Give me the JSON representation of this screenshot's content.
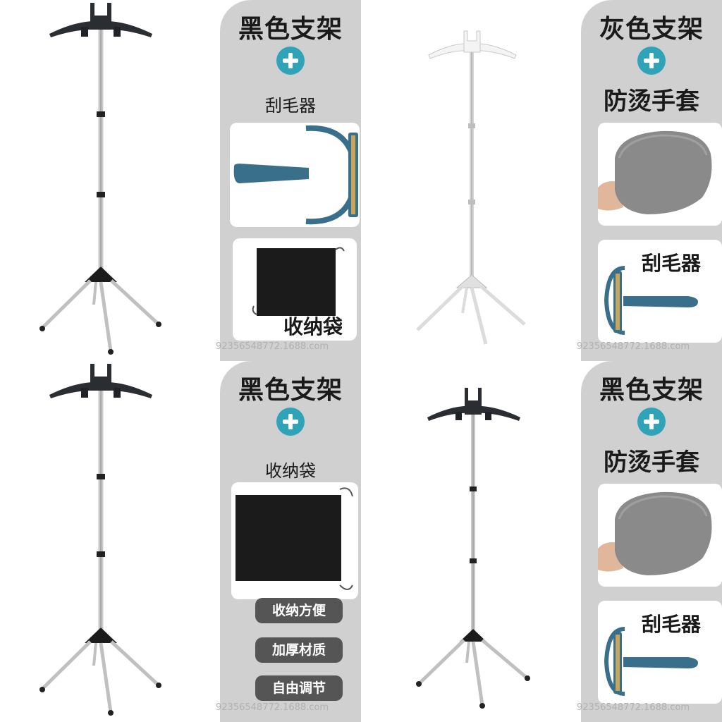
{
  "q1": {
    "title": "黑色支架",
    "addon": "刮毛器",
    "bag_label": "收纳袋",
    "watermark": "92356548772.1688.com"
  },
  "q2": {
    "title": "灰色支架",
    "addon": "防烫手套",
    "remover_label": "刮毛器",
    "watermark": "92356548772.1688.com"
  },
  "q3": {
    "title": "黑色支架",
    "addon": "收纳袋",
    "features": [
      "收纳方便",
      "加厚材质",
      "自由调节"
    ],
    "watermark": "92356548772.1688.com"
  },
  "q4": {
    "title": "黑色支架",
    "addon": "防烫手套",
    "remover_label": "刮毛器",
    "watermark": "92356548772.1688.com"
  },
  "colors": {
    "accent": "#2fa3b8",
    "panel": "#d0d0d0",
    "remover": "#3a6f8c",
    "pill": "#555555"
  },
  "icons": [
    "plus-icon"
  ]
}
